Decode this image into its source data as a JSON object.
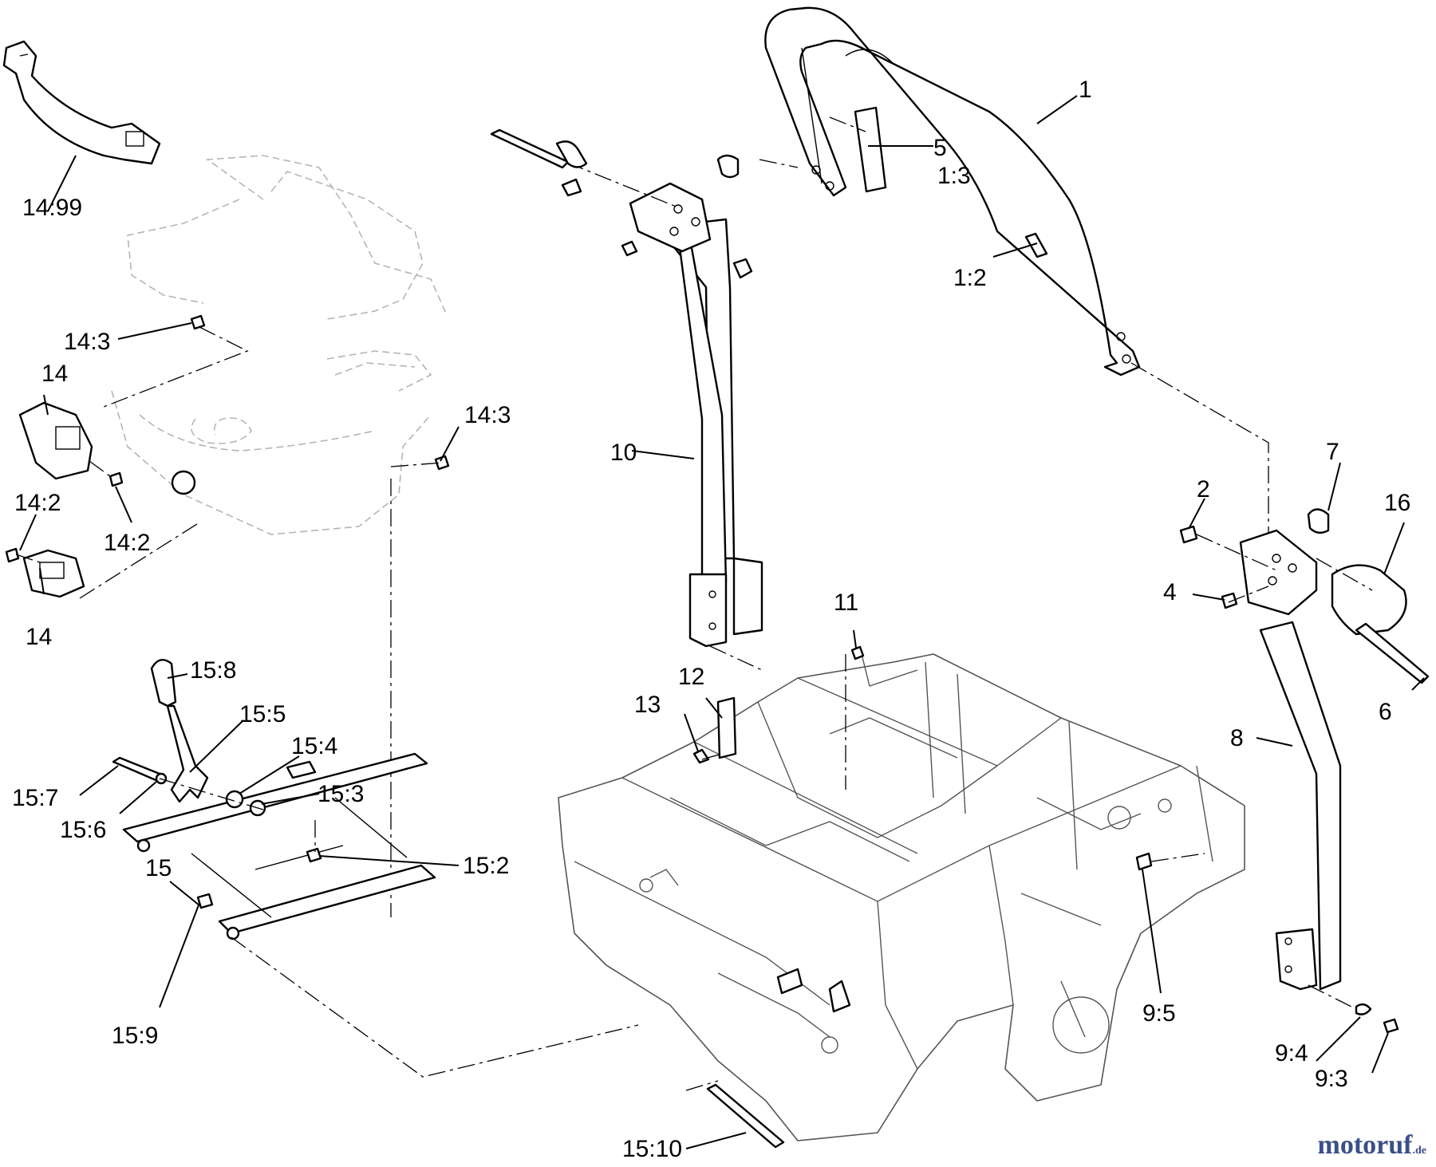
{
  "callouts": [
    {
      "id": "c-1",
      "text": "1"
    },
    {
      "id": "c-5",
      "text": "5"
    },
    {
      "id": "c-1-3",
      "text": "1:3"
    },
    {
      "id": "c-1-2",
      "text": "1:2"
    },
    {
      "id": "c-14-99",
      "text": "14:99"
    },
    {
      "id": "c-14-3a",
      "text": "14:3"
    },
    {
      "id": "c-14a",
      "text": "14"
    },
    {
      "id": "c-14-3b",
      "text": "14:3"
    },
    {
      "id": "c-14-2a",
      "text": "14:2"
    },
    {
      "id": "c-14-2b",
      "text": "14:2"
    },
    {
      "id": "c-14b",
      "text": "14"
    },
    {
      "id": "c-10",
      "text": "10"
    },
    {
      "id": "c-7",
      "text": "7"
    },
    {
      "id": "c-2",
      "text": "2"
    },
    {
      "id": "c-16",
      "text": "16"
    },
    {
      "id": "c-4",
      "text": "4"
    },
    {
      "id": "c-11",
      "text": "11"
    },
    {
      "id": "c-6",
      "text": "6"
    },
    {
      "id": "c-12",
      "text": "12"
    },
    {
      "id": "c-13",
      "text": "13"
    },
    {
      "id": "c-8",
      "text": "8"
    },
    {
      "id": "c-15-8",
      "text": "15:8"
    },
    {
      "id": "c-15-5",
      "text": "15:5"
    },
    {
      "id": "c-15-4",
      "text": "15:4"
    },
    {
      "id": "c-15-3",
      "text": "15:3"
    },
    {
      "id": "c-15-7",
      "text": "15:7"
    },
    {
      "id": "c-15-6",
      "text": "15:6"
    },
    {
      "id": "c-15",
      "text": "15"
    },
    {
      "id": "c-15-2",
      "text": "15:2"
    },
    {
      "id": "c-15-9",
      "text": "15:9"
    },
    {
      "id": "c-9-5",
      "text": "9:5"
    },
    {
      "id": "c-9-4",
      "text": "9:4"
    },
    {
      "id": "c-9-3",
      "text": "9:3"
    },
    {
      "id": "c-15-10",
      "text": "15:10"
    }
  ],
  "watermark": {
    "text": "motoruf",
    "suffix": ".de"
  }
}
